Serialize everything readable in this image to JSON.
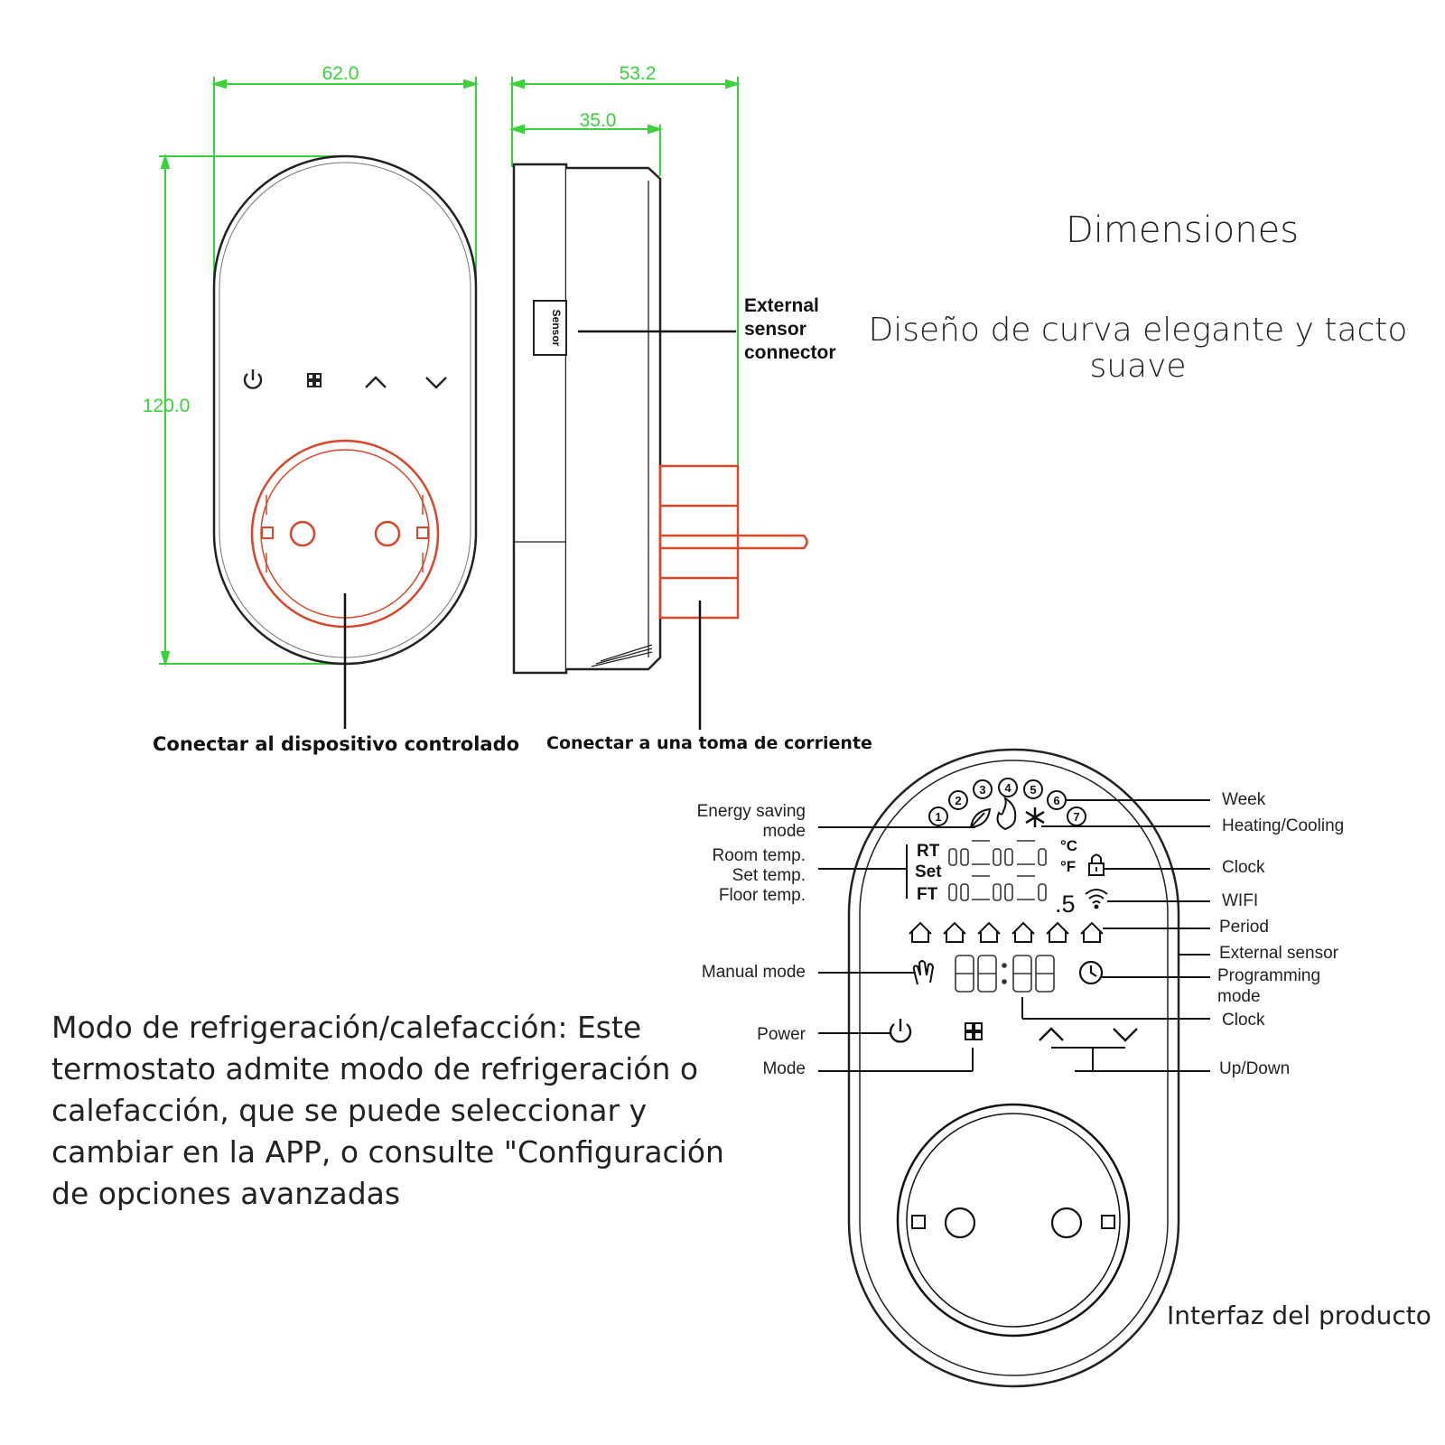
{
  "title": "Dimensiones",
  "subtitle": "Diseño de curva elegante y tacto suave",
  "dimensions": {
    "width": "62.0",
    "depth": "53.2",
    "body_depth": "35.0",
    "height": "120.0"
  },
  "side_view": {
    "external_sensor_label": "External sensor connector",
    "sensor_tag": "Sensor"
  },
  "captions": {
    "controlled_device": "Conectar al dispositivo controlado",
    "power_outlet": "Conectar a una toma de corriente"
  },
  "description": "Modo de refrigeración/calefacción: Este termostato admite modo de refrigeración o calefacción, que se puede seleccionar y cambiar en la APP, o consulte \"Configuración de opciones avanzadas",
  "interface_caption": "Interfaz del producto",
  "lcd": {
    "week_digits": [
      "1",
      "2",
      "3",
      "4",
      "5",
      "6",
      "7"
    ],
    "row_labels": [
      "RT",
      "Set",
      "FT"
    ],
    "units": [
      "°C",
      "°F"
    ],
    "seven_seg_small": "00.00",
    "fraction": ".5",
    "clock_digits": "88:88"
  },
  "callouts_left": {
    "energy_saving": "Energy saving mode",
    "room_temp": "Room temp.",
    "set_temp": "Set temp.",
    "floor_temp": "Floor temp.",
    "manual_mode": "Manual mode",
    "power": "Power",
    "mode": "Mode"
  },
  "callouts_right": {
    "week": "Week",
    "heating_cooling": "Heating/Cooling",
    "clock_top": "Clock",
    "wifi": "WIFI",
    "period": "Period",
    "external_sensor": "External sensor",
    "programming_mode": "Programming mode",
    "clock_bottom": "Clock",
    "up_down": "Up/Down"
  },
  "colors": {
    "dimension_line": "#3bd13b",
    "socket_outline": "#d9472b",
    "plug_pins": "#d9472b",
    "outline": "#222222"
  }
}
